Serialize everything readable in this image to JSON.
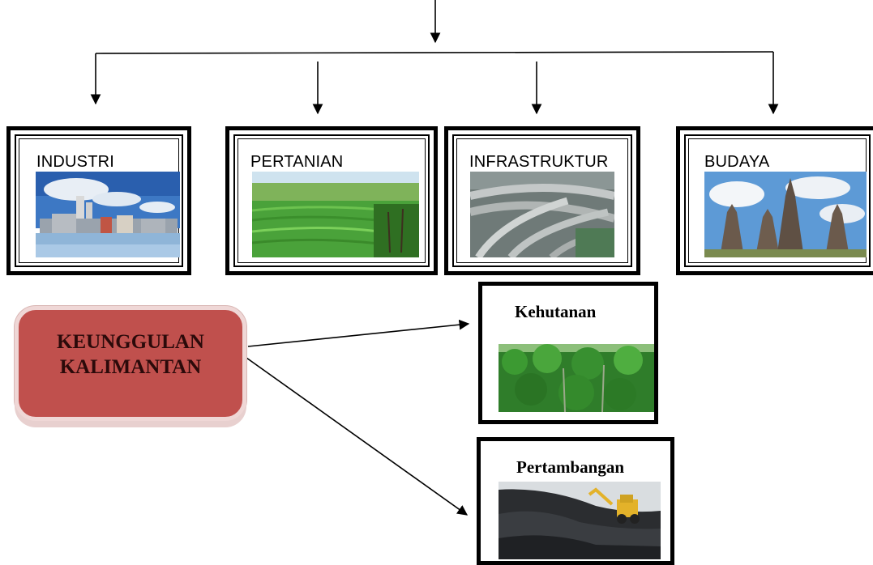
{
  "categories": [
    {
      "label": "INDUSTRI",
      "image": "industrial-plant-photo"
    },
    {
      "label": "PERTANIAN",
      "image": "rice-terrace-photo"
    },
    {
      "label": "INFRASTRUKTUR",
      "image": "highway-interchange-photo"
    },
    {
      "label": "BUDAYA",
      "image": "temple-photo"
    }
  ],
  "main": {
    "line1": "KEUNGGULAN",
    "line2": "KALIMANTAN",
    "color": "#c0504d"
  },
  "subs": [
    {
      "label": "Kehutanan",
      "image": "forest-photo"
    },
    {
      "label": "Pertambangan",
      "image": "coal-mine-excavator-photo"
    }
  ]
}
